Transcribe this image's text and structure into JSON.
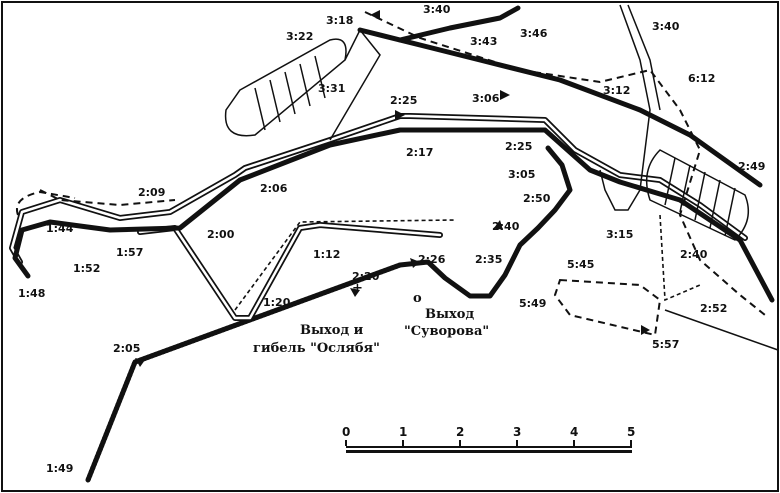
{
  "time_labels": [
    "3:18",
    "3:40",
    "3:22",
    "3:43",
    "3:46",
    "3:40",
    "3:31",
    "6:12",
    "3:12",
    "3:06",
    "2:25",
    "2:17",
    "2:25",
    "2:49",
    "3:05",
    "2:09",
    "2:06",
    "2:50",
    "1:44",
    "2:00",
    "3:15",
    "2:40",
    "1:57",
    "1:52",
    "1:12",
    "2:40",
    "1:48",
    "2:20",
    "2:26",
    "2:35",
    "5:45",
    "1:20",
    "5:49",
    "2:52",
    "5:57",
    "2:05",
    "1:49"
  ],
  "captions": {
    "oslyabya_line1": "Выход и",
    "oslyabya_line2": "гибель \"Ослябя\"",
    "suvorov_line1": "Выход",
    "suvorov_line2": "\"Суворова\""
  },
  "markers": {
    "cross": "+",
    "circle": "o"
  },
  "scale_bar": {
    "ticks": [
      "0",
      "1",
      "2",
      "3",
      "4",
      "5"
    ]
  }
}
